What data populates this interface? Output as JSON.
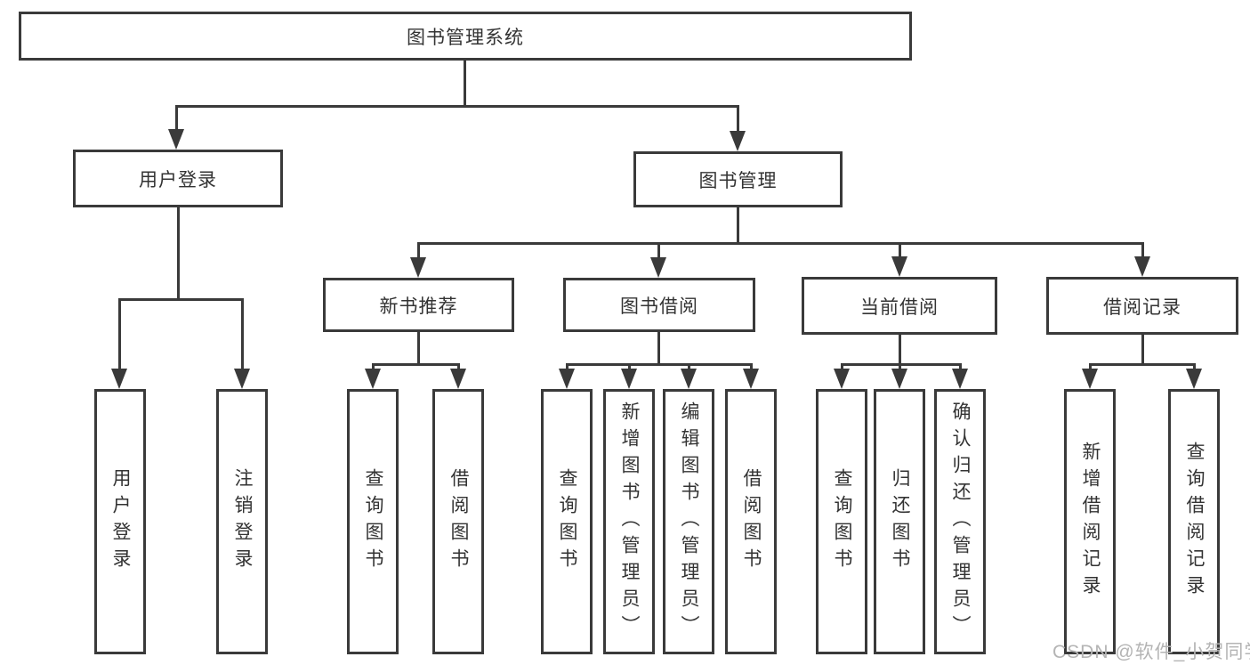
{
  "tree": {
    "root": "图书管理系统",
    "branches": [
      {
        "label": "用户登录",
        "children": [
          "用户登录",
          "注销登录"
        ]
      },
      {
        "label": "图书管理",
        "groups": [
          {
            "label": "新书推荐",
            "children": [
              "查询图书",
              "借阅图书"
            ]
          },
          {
            "label": "图书借阅",
            "children": [
              "查询图书",
              "新增图书（管理员）",
              "编辑图书（管理员）",
              "借阅图书"
            ]
          },
          {
            "label": "当前借阅",
            "children": [
              "查询图书",
              "归还图书",
              "确认归还（管理员）"
            ]
          },
          {
            "label": "借阅记录",
            "children": [
              "新增借阅记录",
              "查询借阅记录"
            ]
          }
        ]
      }
    ]
  },
  "watermark": {
    "text": "CSDN @软件_小贺同学",
    "color": "#b4b4b4"
  },
  "colors": {
    "line": "#3a3a3a",
    "border": "#3a3a3a",
    "text": "#333333",
    "background": "#ffffff"
  }
}
